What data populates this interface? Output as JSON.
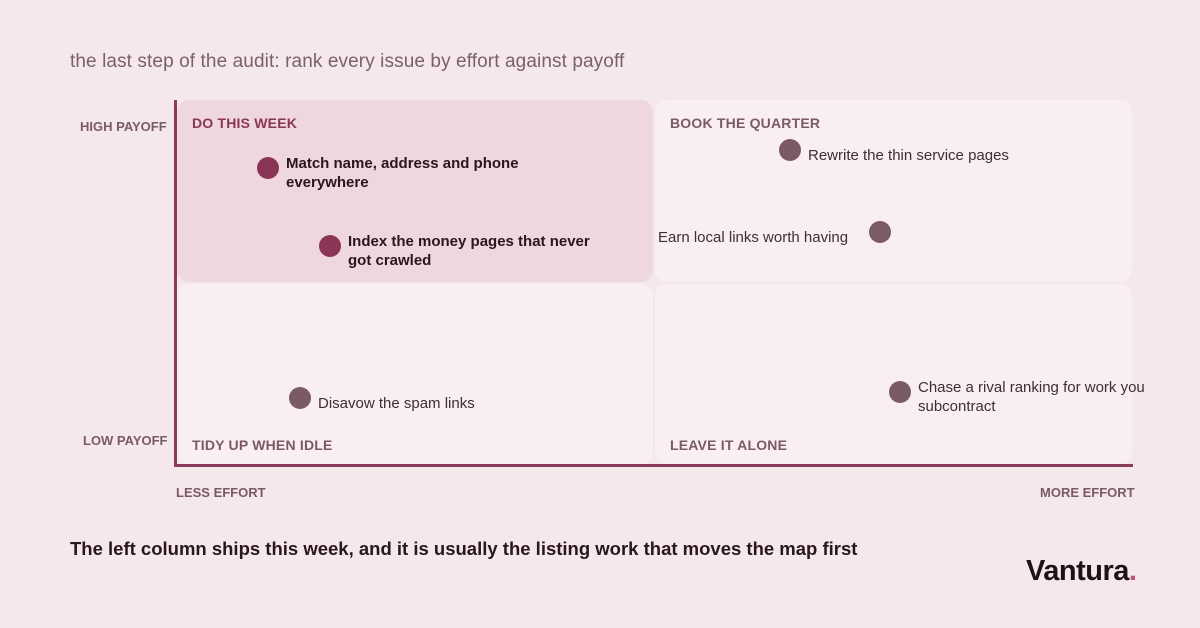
{
  "headline": "the last step of the audit: rank every issue by effort against payoff",
  "axes": {
    "y_high": "HIGH PAYOFF",
    "y_low": "LOW PAYOFF",
    "x_low": "LESS EFFORT",
    "x_high": "MORE EFFORT"
  },
  "quadrants": {
    "top_left": "DO THIS WEEK",
    "top_right": "BOOK THE QUARTER",
    "bottom_left": "TIDY UP WHEN IDLE",
    "bottom_right": "LEAVE IT ALONE"
  },
  "items": {
    "nap": "Match name, address and phone everywhere",
    "index": "Index the money pages that never got crawled",
    "rewrite": "Rewrite the thin service pages",
    "links": "Earn local links worth having",
    "disavow": "Disavow the spam links",
    "rival": "Chase a rival ranking for work you subcontract"
  },
  "colors": {
    "accent": "#8b3556",
    "neutral": "#7a5a66",
    "background": "#f5e8eb"
  },
  "takeaway": "The left column ships this week, and it is usually the listing work that moves the map first",
  "brand": {
    "name": "Vantura",
    "dot": "."
  }
}
